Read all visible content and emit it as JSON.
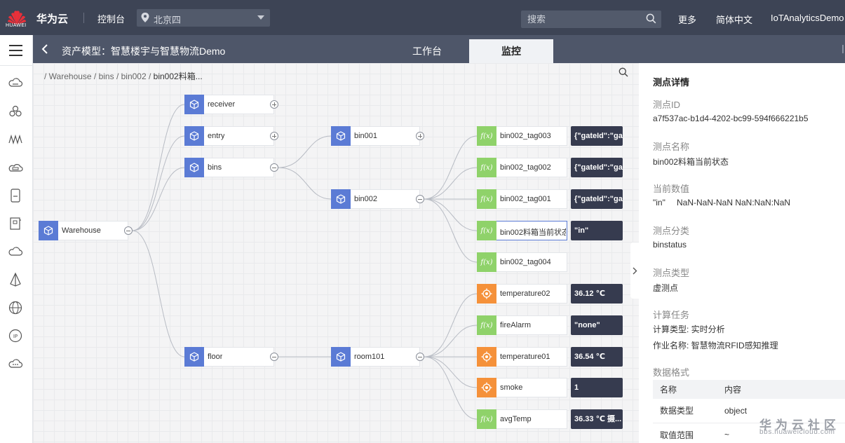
{
  "topbar": {
    "logo_text": "HUAWEI",
    "brand": "华为云",
    "console": "控制台",
    "region": "北京四",
    "search_placeholder": "搜索",
    "more": "更多",
    "language": "简体中文",
    "user": "IoTAnalyticsDemo"
  },
  "subbar": {
    "model_title": "资产模型：智慧楼宇与智慧物流Demo",
    "tabs": [
      {
        "label": "工作台"
      },
      {
        "label": "监控"
      }
    ]
  },
  "breadcrumb": {
    "prefix": "/ Warehouse / bins / bin002 /",
    "current": "bin002料箱..."
  },
  "tree": {
    "warehouse": "Warehouse",
    "receiver": "receiver",
    "entry": "entry",
    "bins": "bins",
    "floor": "floor",
    "bin001": "bin001",
    "bin002": "bin002",
    "room101": "room101",
    "bin_points": [
      {
        "name": "bin002_tag003",
        "value": "{\"gateId\":\"ga..."
      },
      {
        "name": "bin002_tag002",
        "value": "{\"gateId\":\"ga..."
      },
      {
        "name": "bin002_tag001",
        "value": "{\"gateId\":\"ga..."
      },
      {
        "name": "bin002料箱当前状态...",
        "value": "\"in\""
      },
      {
        "name": "bin002_tag004",
        "value": ""
      }
    ],
    "room_points": [
      {
        "name": "temperature02",
        "value": "36.12 ℃"
      },
      {
        "name": "fireAlarm",
        "value": "\"none\""
      },
      {
        "name": "temperature01",
        "value": "36.54 ℃"
      },
      {
        "name": "smoke",
        "value": "1"
      },
      {
        "name": "avgTemp",
        "value": "36.33 ℃  摄..."
      }
    ]
  },
  "details": {
    "title": "测点详情",
    "id_label": "测点ID",
    "id_value": "a7f537ac-b1d4-4202-bc99-594f666221b5",
    "name_label": "测点名称",
    "name_value": "bin002料箱当前状态",
    "current_label": "当前数值",
    "current_value": "\"in\"",
    "current_time": "NaN-NaN-NaN NaN:NaN:NaN",
    "category_label": "测点分类",
    "category_value": "binstatus",
    "type_label": "测点类型",
    "type_value": "虚测点",
    "task_label": "计算任务",
    "task_type": "计算类型: 实时分析",
    "task_name": "作业名称: 智慧物流RFID感知推理",
    "format_label": "数据格式",
    "table_headers": [
      "名称",
      "内容"
    ],
    "table_rows": [
      {
        "name": "数据类型",
        "content": "object"
      },
      {
        "name": "取值范围",
        "content": "~"
      }
    ]
  },
  "watermark": {
    "big": "华为云社区",
    "small": "bbs.huaweicloud.com"
  }
}
